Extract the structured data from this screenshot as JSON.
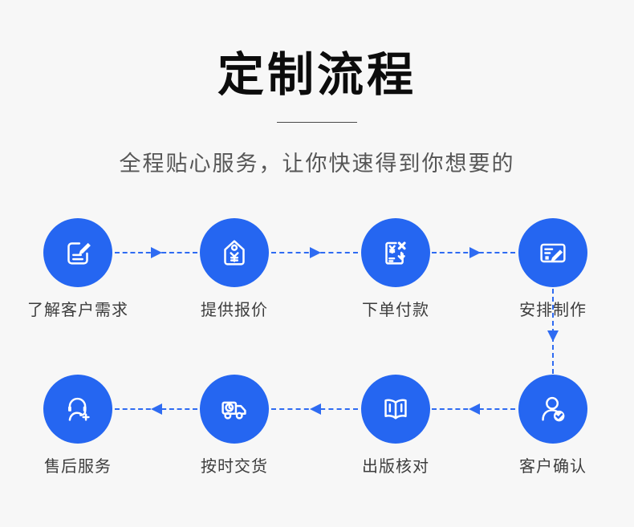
{
  "header": {
    "title": "定制流程",
    "subtitle": "全程贴心服务，让你快速得到你想要的"
  },
  "colors": {
    "background": "#f7f7f7",
    "circle_blue": "#2566f1",
    "arrow_blue": "#2e6bf2",
    "title_black": "#0c0c0c",
    "subtitle_gray": "#565656",
    "label_gray": "#3d3d3d"
  },
  "steps": [
    {
      "label": "了解客户需求",
      "icon": "edit-note-icon"
    },
    {
      "label": "提供报价",
      "icon": "price-tag-icon"
    },
    {
      "label": "下单付款",
      "icon": "payment-receipt-icon"
    },
    {
      "label": "安排制作",
      "icon": "production-plan-icon"
    },
    {
      "label": "客户确认",
      "icon": "user-check-icon"
    },
    {
      "label": "出版核对",
      "icon": "open-book-icon"
    },
    {
      "label": "按时交货",
      "icon": "delivery-truck-icon"
    },
    {
      "label": "售后服务",
      "icon": "headset-support-icon"
    }
  ],
  "flow": {
    "row1_direction": "left-to-right",
    "row2_direction": "right-to-left",
    "connector_style": "dashed-with-mid-arrowhead"
  }
}
